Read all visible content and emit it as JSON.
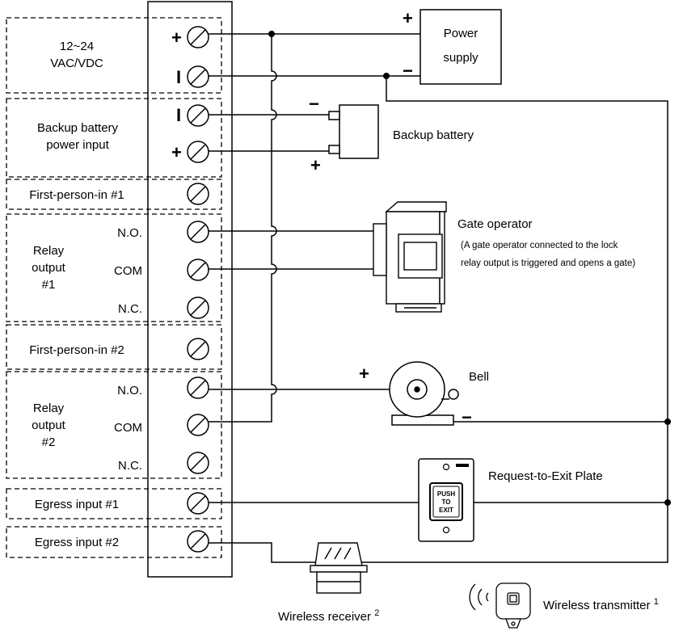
{
  "terminal_groups": [
    {
      "lines": [
        "12~24",
        "VAC/VDC"
      ]
    },
    {
      "lines": [
        "Backup battery",
        "power input"
      ]
    },
    {
      "lines": [
        "First-person-in #1"
      ]
    },
    {
      "lines": [
        "Relay",
        "output",
        "#1"
      ],
      "pins": [
        "N.O.",
        "COM",
        "N.C."
      ]
    },
    {
      "lines": [
        "First-person-in #2"
      ]
    },
    {
      "lines": [
        "Relay",
        "output",
        "#2"
      ],
      "pins": [
        "N.O.",
        "COM",
        "N.C."
      ]
    },
    {
      "lines": [
        "Egress input #1"
      ]
    },
    {
      "lines": [
        "Egress input #2"
      ]
    }
  ],
  "polarity": {
    "plus": "+",
    "minus": "I",
    "minus_dash": "−"
  },
  "power_supply": {
    "lines": [
      "Power",
      "supply"
    ]
  },
  "backup_battery": {
    "label": "Backup battery"
  },
  "gate_operator": {
    "title": "Gate operator",
    "note": [
      "(A gate operator connected to the lock",
      "relay output is triggered and opens a gate)"
    ]
  },
  "bell": {
    "label": "Bell"
  },
  "rte_plate": {
    "label": "Request-to-Exit Plate",
    "button_lines": [
      "PUSH",
      "TO",
      "EXIT"
    ]
  },
  "wireless_receiver": {
    "label": "Wireless receiver",
    "sup": "2"
  },
  "wireless_transmitter": {
    "label": "Wireless transmitter",
    "sup": "1"
  }
}
